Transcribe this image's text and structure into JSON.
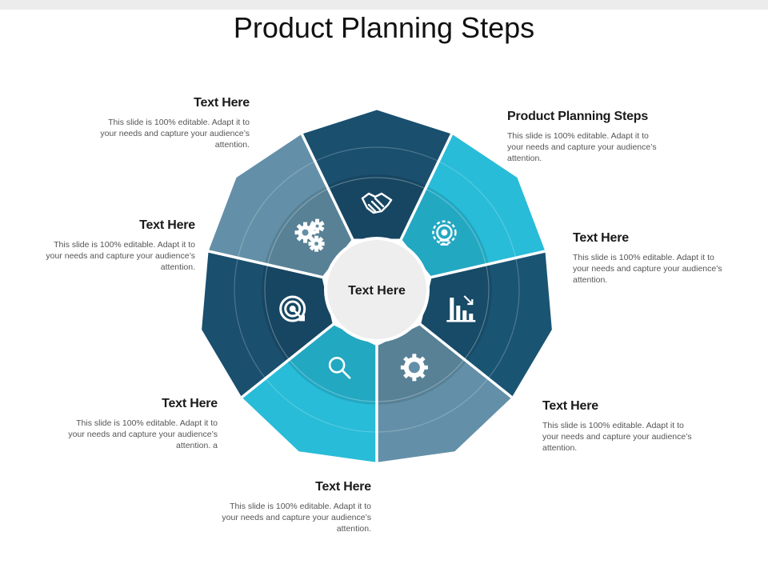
{
  "title": "Product Planning Steps",
  "center_label": "Text Here",
  "colors": {
    "dark_navy": "#1a4f6e",
    "cyan": "#28bcd8",
    "slate": "#6390a8",
    "navy": "#1a5473"
  },
  "segments": [
    {
      "icon": "handshake-icon",
      "color": "#1a4f6e"
    },
    {
      "icon": "lightbulb-gear-icon",
      "color": "#28bcd8"
    },
    {
      "icon": "bar-chart-decline-icon",
      "color": "#1a5473"
    },
    {
      "icon": "gear-icon",
      "color": "#6390a8"
    },
    {
      "icon": "magnifier-icon",
      "color": "#28bcd8"
    },
    {
      "icon": "target-icon",
      "color": "#1a4f6e"
    },
    {
      "icon": "gears-icon",
      "color": "#6390a8"
    }
  ],
  "labels": [
    {
      "heading": "Text Here",
      "body": "This slide is 100% editable. Adapt it to your needs and capture your audience’s attention."
    },
    {
      "heading": "Product Planning Steps",
      "body": "This slide is 100% editable. Adapt it to your needs and capture your audience’s attention."
    },
    {
      "heading": "Text Here",
      "body": "This slide is 100% editable. Adapt it to your needs and capture your audience’s attention."
    },
    {
      "heading": "Text Here",
      "body": "This slide is 100% editable. Adapt it to your needs and capture your audience’s attention."
    },
    {
      "heading": "Text Here",
      "body": "This slide is 100% editable. Adapt it to your needs and capture your audience’s attention."
    },
    {
      "heading": "Text Here",
      "body": "This slide is 100% editable. Adapt it to your needs and capture your audience’s attention. a"
    },
    {
      "heading": "Text Here",
      "body": "This slide is 100% editable. Adapt it to your needs and capture your audience’s attention."
    }
  ]
}
